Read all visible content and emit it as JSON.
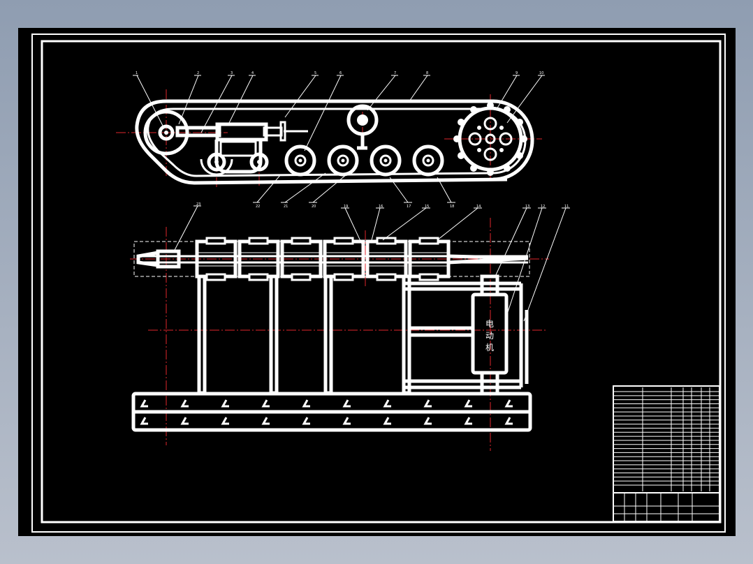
{
  "drawing": {
    "callouts_top": [
      "1",
      "2",
      "3",
      "4",
      "5",
      "6",
      "7",
      "8",
      "9",
      "10"
    ],
    "callouts_bottom": [
      "22",
      "21",
      "20",
      "17",
      "18"
    ],
    "callouts_plan": [
      "23",
      "19",
      "16",
      "15",
      "14",
      "13",
      "12",
      "11"
    ],
    "motor_label": [
      "电",
      "动",
      "机"
    ]
  },
  "colors": {
    "background": "#000000",
    "line": "#ffffff",
    "center_line": "#e0262c",
    "viewport_frame": "#8f9db1"
  },
  "title_block": {
    "rows": [
      "",
      "",
      "",
      "",
      "",
      "",
      "",
      "",
      "",
      "",
      "",
      "",
      "",
      "",
      "",
      "",
      "",
      "",
      "",
      "",
      "",
      "",
      ""
    ]
  }
}
